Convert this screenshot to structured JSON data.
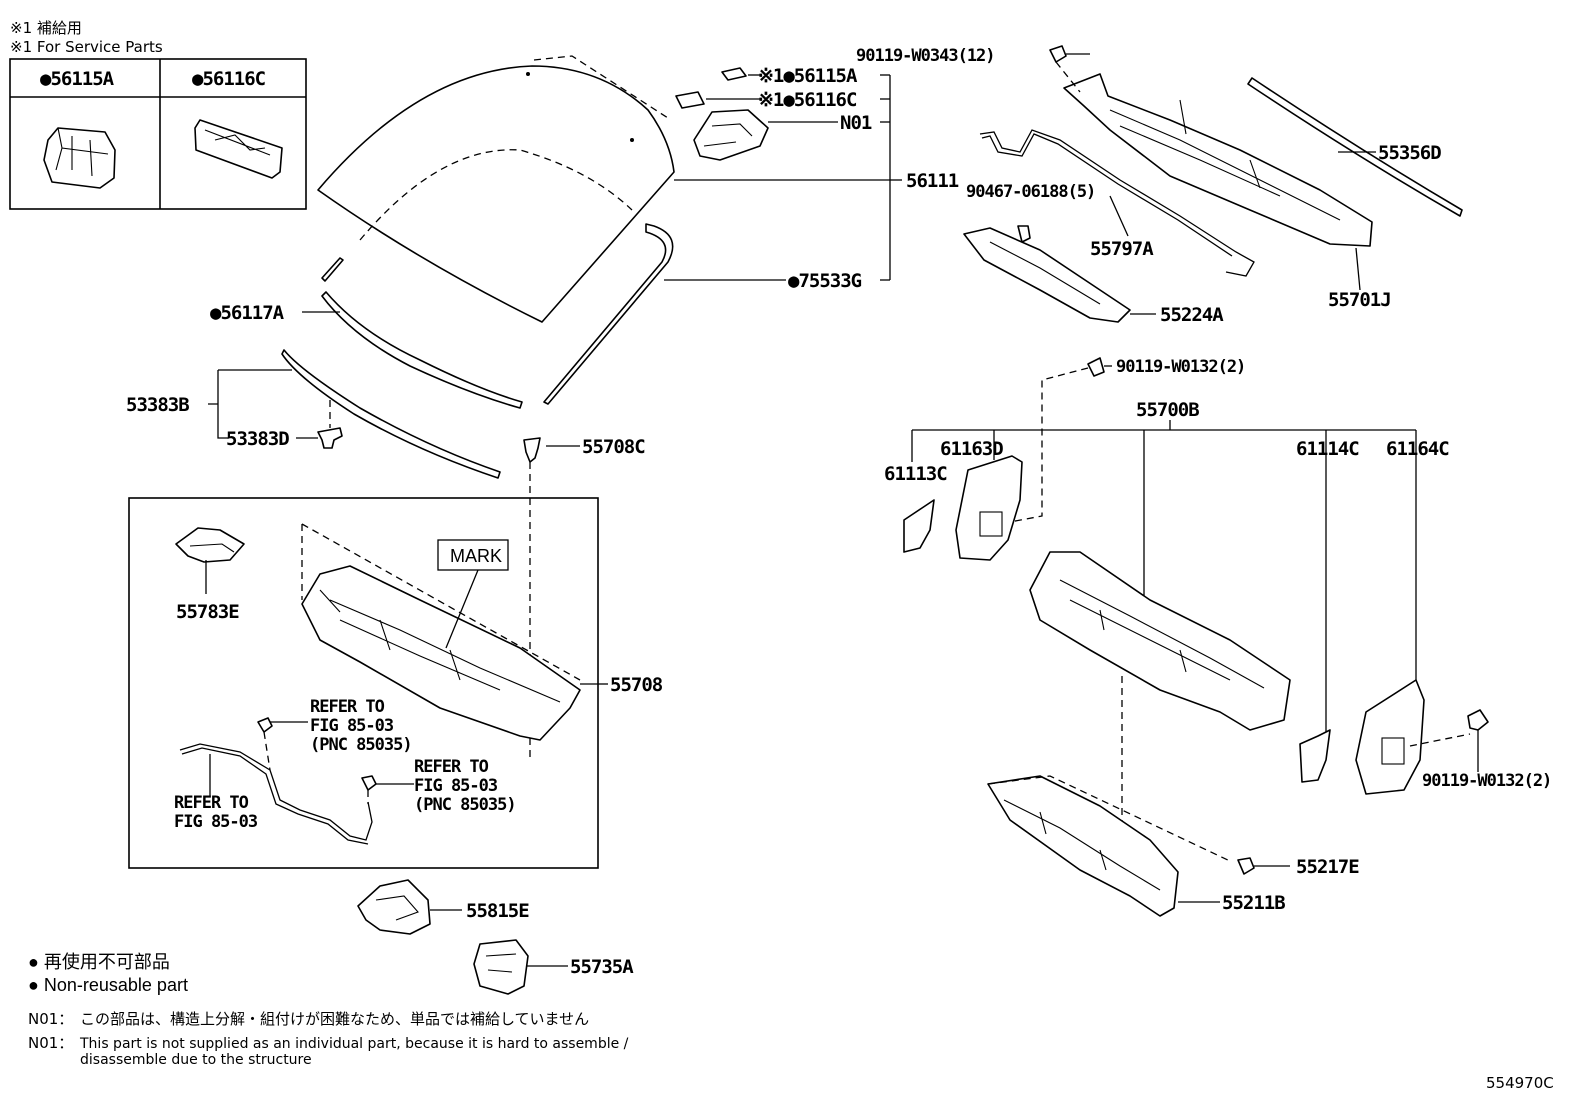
{
  "header": {
    "jp_service_note": "※1 補給用",
    "en_service_note": "※1 For Service Parts"
  },
  "service_table": {
    "col1": "●56115A",
    "col2": "●56116C"
  },
  "labels": {
    "p56115A": "※1●56115A",
    "p56116C": "※1●56116C",
    "n01": "N01",
    "p56111": "56111",
    "p75533G": "●75533G",
    "p56117A": "●56117A",
    "p53383B": "53383B",
    "p53383D": "53383D",
    "p55708C": "55708C",
    "p55783E": "55783E",
    "p55708": "55708",
    "mark": "MARK",
    "refer1_l1": "REFER TO",
    "refer1_l2": "FIG 85-03",
    "refer1_l3": "(PNC 85035)",
    "refer2_l1": "REFER TO",
    "refer2_l2": "FIG 85-03",
    "refer2_l3": "(PNC 85035)",
    "refer3_l1": "REFER TO",
    "refer3_l2": "FIG 85-03",
    "p55815E": "55815E",
    "p55735A": "55735A",
    "p90119_W0343": "90119-W0343(12)",
    "p55356D": "55356D",
    "p90467": "90467-06188(5)",
    "p55797A": "55797A",
    "p55701J": "55701J",
    "p55224A": "55224A",
    "p90119_W0132a": "90119-W0132(2)",
    "p55700B": "55700B",
    "p61163D": "61163D",
    "p61113C": "61113C",
    "p61114C": "61114C",
    "p61164C": "61164C",
    "p90119_W0132b": "90119-W0132(2)",
    "p55217E": "55217E",
    "p55211B": "55211B"
  },
  "legend": {
    "jp_nonreusable": "● 再使用不可部品",
    "en_nonreusable": "● Non-reusable part",
    "n01_jp_prefix": "N01：",
    "n01_jp": "この部品は、構造上分解・組付けが困難なため、単品では補給していません",
    "n01_en_prefix": "N01：",
    "n01_en_1": "This part is not supplied as an individual part, because it is hard to assemble /",
    "n01_en_2": "disassemble due to the structure"
  },
  "figure_code": "554970C"
}
